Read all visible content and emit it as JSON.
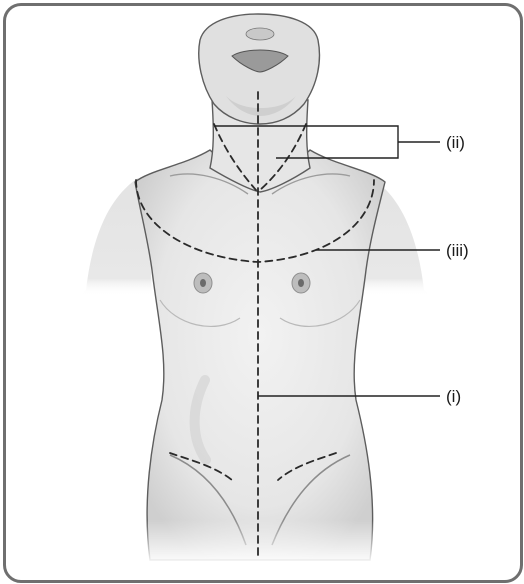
{
  "labels": {
    "i": "(i)",
    "ii": "(ii)",
    "iii": "(iii)"
  },
  "colors": {
    "skin": "#e9e9e9",
    "shadow": "#cfcfcf",
    "border": "#6f6f6f",
    "line": "#2a2a2a"
  }
}
